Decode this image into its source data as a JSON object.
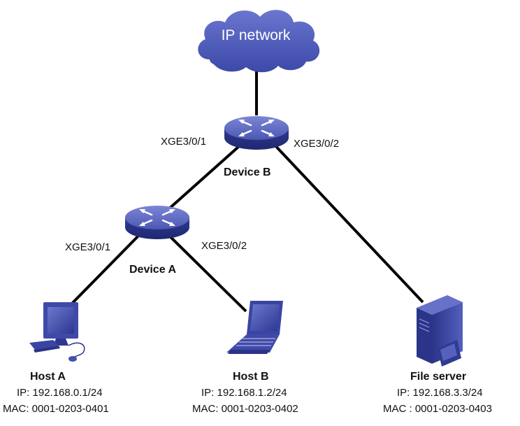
{
  "cloud": {
    "label": "IP network"
  },
  "device_b": {
    "name": "Device B",
    "port_left": "XGE3/0/1",
    "port_right": "XGE3/0/2"
  },
  "device_a": {
    "name": "Device A",
    "port_left": "XGE3/0/1",
    "port_right": "XGE3/0/2"
  },
  "host_a": {
    "name": "Host A",
    "ip": "IP: 192.168.0.1/24",
    "mac": "MAC: 0001-0203-0401"
  },
  "host_b": {
    "name": "Host B",
    "ip": "IP: 192.168.1.2/24",
    "mac": "MAC: 0001-0203-0402"
  },
  "file_server": {
    "name": "File server",
    "ip": "IP: 192.168.3.3/24",
    "mac": "MAC : 0001-0203-0403"
  },
  "colors": {
    "device_blue": "#3b46a6",
    "cloud_blue": "#4a58b8",
    "link": "#000000"
  }
}
